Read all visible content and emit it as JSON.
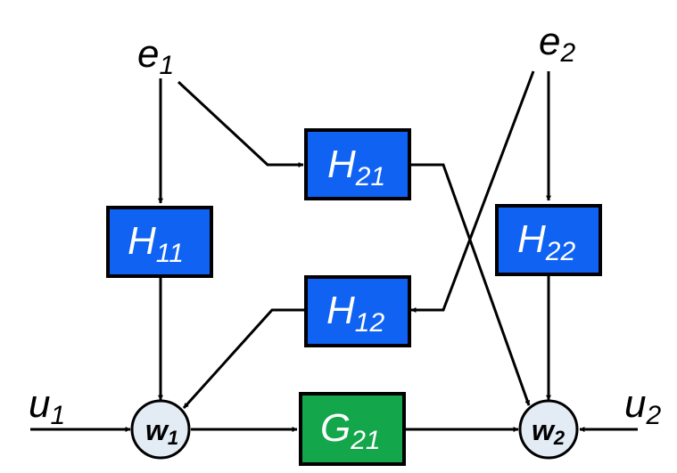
{
  "signals": {
    "e1": {
      "main": "e",
      "sub": "1"
    },
    "e2": {
      "main": "e",
      "sub": "2"
    },
    "u1": {
      "main": "u",
      "sub": "1"
    },
    "u2": {
      "main": "u",
      "sub": "2"
    }
  },
  "blocks": {
    "H21": {
      "main": "H",
      "sub": "21"
    },
    "H11": {
      "main": "H",
      "sub": "11"
    },
    "H22": {
      "main": "H",
      "sub": "22"
    },
    "H12": {
      "main": "H",
      "sub": "12"
    },
    "G21": {
      "main": "G",
      "sub": "21"
    }
  },
  "nodes": {
    "w1": {
      "main": "w",
      "sub": "1"
    },
    "w2": {
      "main": "w",
      "sub": "2"
    }
  },
  "colors": {
    "h_block": "#0f62f2",
    "g_block": "#14a64a",
    "node_fill": "#e3ebf4",
    "line": "#000000"
  }
}
